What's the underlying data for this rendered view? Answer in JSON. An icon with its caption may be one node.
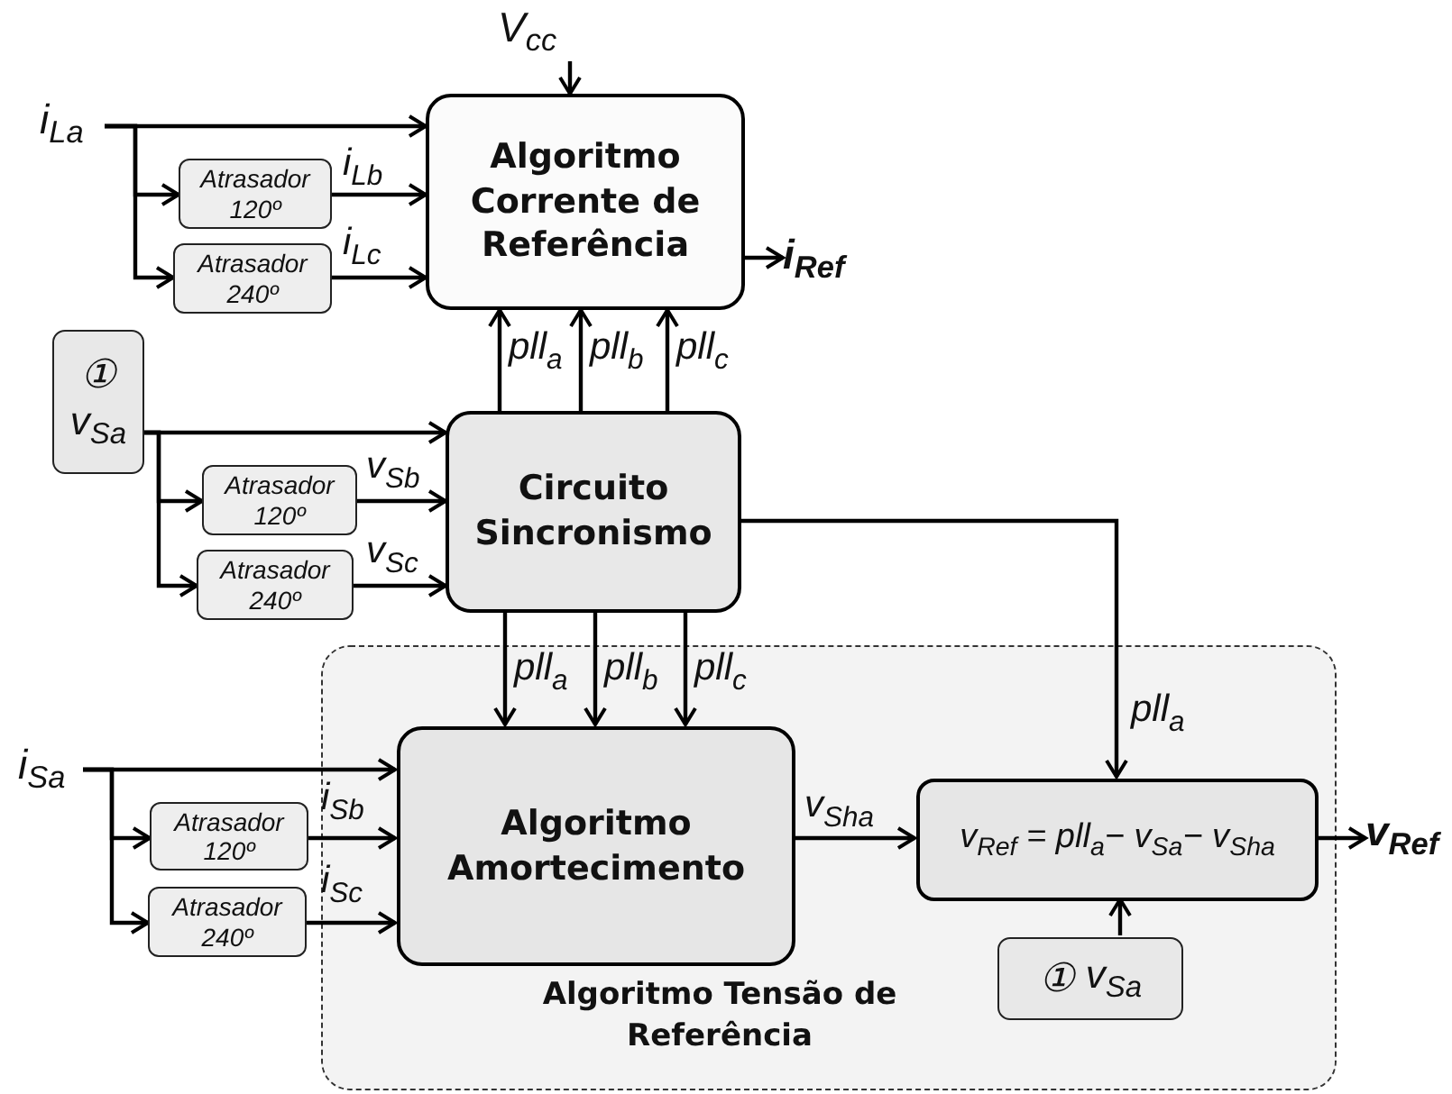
{
  "diagram": {
    "nodes": [
      {
        "text": [
          "Algoritmo Corrente de Referência"
        ]
      },
      {
        "text": [
          "Atrasador 120º"
        ]
      },
      {
        "text": [
          "Atrasador 240º"
        ]
      },
      {
        "text": [
          "i$_{La}$"
        ]
      },
      {
        "text": [
          "V$_{cc}$"
        ]
      },
      {
        "text": [
          "i$_{Ref}$"
        ]
      },
      {
        "text": [
          "①",
          "v$_{Sa}$"
        ]
      },
      {
        "text": [
          "Circuito Sincronismo"
        ]
      },
      {
        "text": [
          "Atrasador 120º"
        ]
      },
      {
        "text": [
          "Atrasador 240º"
        ]
      },
      {
        "text": [
          "Algoritmo Tensão de Referência"
        ]
      },
      {
        "text": [
          "Algoritmo Amortecimento"
        ],
        "in": 10
      },
      {
        "text": [
          "v$_{Ref}$ = pll$_{a}$− v$_{Sa}$− v$_{Sha}$"
        ],
        "in": 10
      },
      {
        "text": [
          "①",
          "v$_{Sa}$"
        ],
        "in": 10
      },
      {
        "text": [
          "i$_{Sa}$"
        ]
      },
      {
        "text": [
          "Atrasador 120º"
        ]
      },
      {
        "text": [
          "Atrasador 240º"
        ]
      },
      {
        "text": [
          "v$_{Ref}$"
        ]
      }
    ],
    "edges": [
      {
        "from": 3,
        "to": 0,
        "arrow": "to"
      },
      {
        "from": 3,
        "to": 1,
        "arrow": "to"
      },
      {
        "from": 3,
        "to": 2,
        "arrow": "to"
      },
      {
        "from": 1,
        "to": 0,
        "arrow": "to",
        "label": "i$_{Lb}$"
      },
      {
        "from": 2,
        "to": 0,
        "arrow": "to",
        "label": "i$_{Lc}$"
      },
      {
        "from": 4,
        "to": 0,
        "arrow": "to"
      },
      {
        "from": 0,
        "to": 5,
        "arrow": "to"
      },
      {
        "from": 7,
        "to": 0,
        "arrow": "to",
        "label": "pll$_{a}$"
      },
      {
        "from": 7,
        "to": 0,
        "arrow": "to",
        "label": "pll$_{b}$"
      },
      {
        "from": 7,
        "to": 0,
        "arrow": "to",
        "label": "pll$_{c}$"
      },
      {
        "from": 6,
        "to": 7,
        "arrow": "to"
      },
      {
        "from": 6,
        "to": 8,
        "arrow": "to"
      },
      {
        "from": 6,
        "to": 9,
        "arrow": "to"
      },
      {
        "from": 8,
        "to": 7,
        "arrow": "to",
        "label": "v$_{Sb}$"
      },
      {
        "from": 9,
        "to": 7,
        "arrow": "to",
        "label": "v$_{Sc}$"
      },
      {
        "from": 7,
        "to": 11,
        "arrow": "to",
        "label": "pll$_{a}$"
      },
      {
        "from": 7,
        "to": 11,
        "arrow": "to",
        "label": "pll$_{b}$"
      },
      {
        "from": 7,
        "to": 11,
        "arrow": "to",
        "label": "pll$_{c}$"
      },
      {
        "from": 7,
        "to": 12,
        "arrow": "to",
        "label": "pll$_{a}$"
      },
      {
        "from": 14,
        "to": 11,
        "arrow": "to"
      },
      {
        "from": 14,
        "to": 15,
        "arrow": "to"
      },
      {
        "from": 14,
        "to": 16,
        "arrow": "to"
      },
      {
        "from": 15,
        "to": 11,
        "arrow": "to",
        "label": "i$_{Sb}$"
      },
      {
        "from": 16,
        "to": 11,
        "arrow": "to",
        "label": "i$_{Sc}$"
      },
      {
        "from": 11,
        "to": 12,
        "arrow": "to",
        "label": "v$_{Sha}$"
      },
      {
        "from": 13,
        "to": 12,
        "arrow": "to"
      },
      {
        "from": 12,
        "to": 17,
        "arrow": "to"
      }
    ]
  }
}
